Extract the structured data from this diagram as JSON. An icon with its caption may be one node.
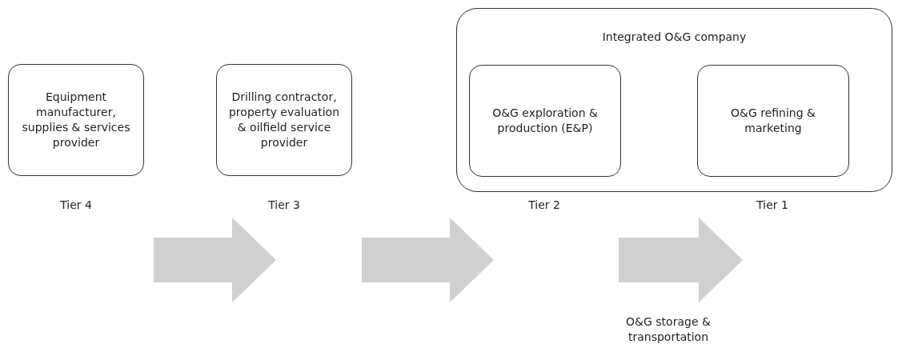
{
  "diagram": {
    "nodes": [
      {
        "text": [
          "Equipment manufacturer, supplies & services provider"
        ],
        "beside": [
          "Tier 4"
        ]
      },
      {
        "text": [
          "Drilling contractor, property evaluation & oilfield service provider"
        ],
        "beside": [
          "Tier 3"
        ]
      },
      {
        "text": [
          "Integrated O&G company"
        ]
      },
      {
        "text": [
          "O&G exploration & production (E&P)"
        ],
        "in": 2,
        "beside": [
          "Tier 2"
        ]
      },
      {
        "text": [
          "O&G refining & marketing"
        ],
        "in": 2,
        "beside": [
          "Tier 1"
        ]
      }
    ],
    "edges": [],
    "labels": [
      "O&G storage & transportation"
    ]
  }
}
